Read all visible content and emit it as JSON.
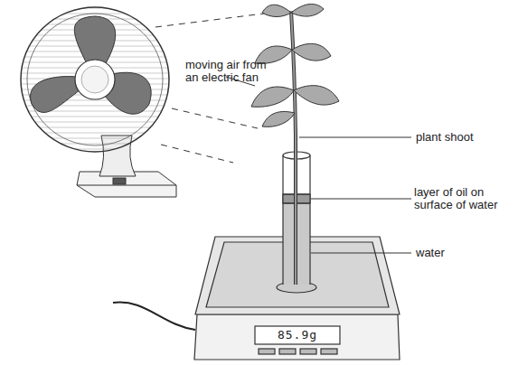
{
  "diagram": {
    "labels": [
      "moving air from an electric fan",
      "plant shoot",
      "layer of oil on surface of water",
      "water",
      "85.9g"
    ]
  }
}
